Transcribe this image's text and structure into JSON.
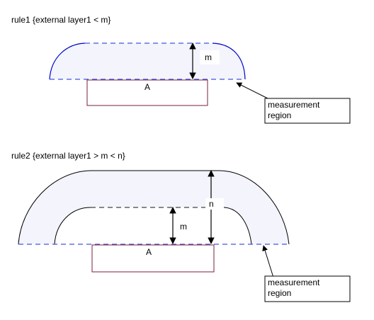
{
  "rule1": {
    "title": "rule1 {external layer1 < m}",
    "box_label": "A",
    "dim_label": "m",
    "callout_line1": "measurement",
    "callout_line2": "region"
  },
  "rule2": {
    "title": "rule2 {external layer1 > m < n}",
    "box_label": "A",
    "inner_dim_label": "m",
    "outer_dim_label": "n",
    "callout_line1": "measurement",
    "callout_line2": "region"
  },
  "colors": {
    "region_fill": "#f3f4fc",
    "rule1_arc_stroke": "#0000cc",
    "rule2_arc_stroke": "#000000",
    "dash_stroke": "#4455dd",
    "inner_dash_stroke": "#444444",
    "box_stroke": "#7a1f3a",
    "arrow_stroke": "#000000"
  }
}
